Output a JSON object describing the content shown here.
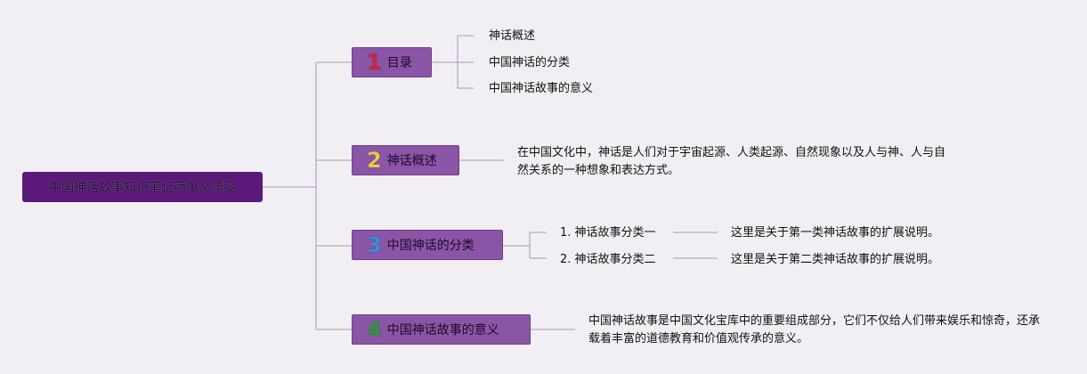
{
  "root": {
    "title": "中国神话故事知识笔记简单义漂亮"
  },
  "branches": [
    {
      "number": "1",
      "number_color": "#d0263e",
      "label": "目录",
      "items": [
        "神话概述",
        "中国神话的分类",
        "中国神话故事的意义"
      ]
    },
    {
      "number": "2",
      "number_color": "#f2c94c",
      "label": "神话概述",
      "description": "在中国文化中，神话是人们对于宇宙起源、人类起源、自然现象以及人与神、人与自然关系的一种想象和表达方式。"
    },
    {
      "number": "3",
      "number_color": "#3d8fd9",
      "label": "中国神话的分类",
      "subitems": [
        {
          "label": "1. 神话故事分类一",
          "detail": "这里是关于第一类神话故事的扩展说明。"
        },
        {
          "label": "2. 神话故事分类二",
          "detail": "这里是关于第二类神话故事的扩展说明。"
        }
      ]
    },
    {
      "number": "4",
      "number_color": "#2f9a3a",
      "label": "中国神话故事的意义",
      "description": "中国神话故事是中国文化宝库中的重要组成部分，它们不仅给人们带来娱乐和惊奇，还承载着丰富的道德教育和价值观传承的意义。"
    }
  ],
  "line_color": "#b9a6cc"
}
